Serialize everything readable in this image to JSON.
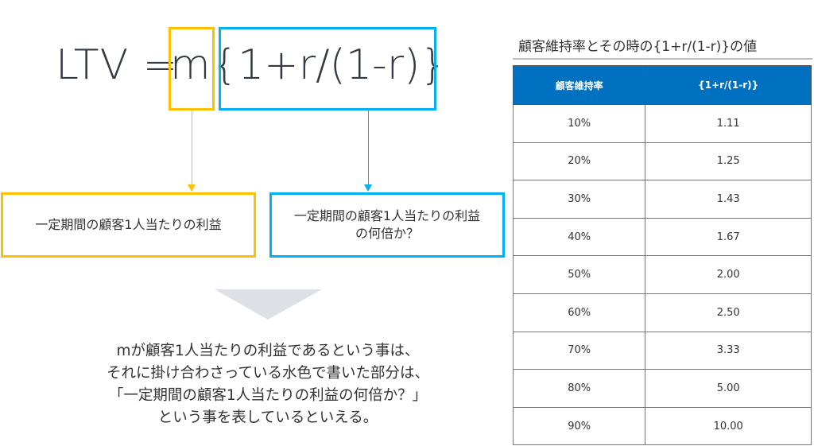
{
  "formula": {
    "prefix": "LTV = ",
    "m": "m",
    "multiplier": "{1+r/(1-r)}"
  },
  "annotations": {
    "m_label": "一定期間の顧客1人当たりの利益",
    "multiplier_label_line1": "一定期間の顧客1人当たりの利益",
    "multiplier_label_line2": "の何倍か？"
  },
  "summary": {
    "lines": [
      "mが顧客1人当たりの利益であるという事は、",
      "それに掛け合わさっている水色で書いた部分は、",
      "「一定期間の顧客1人当たりの利益の何倍か？」",
      "という事を表しているといえる。"
    ]
  },
  "table": {
    "title": "顧客維持率とその時の{1+r/(1-r)}の値",
    "headers": [
      "顧客維持率",
      "{1+r/(1-r)}"
    ],
    "rows": [
      [
        "10%",
        "1.11"
      ],
      [
        "20%",
        "1.25"
      ],
      [
        "30%",
        "1.43"
      ],
      [
        "40%",
        "1.67"
      ],
      [
        "50%",
        "2.00"
      ],
      [
        "60%",
        "2.50"
      ],
      [
        "70%",
        "3.33"
      ],
      [
        "80%",
        "5.00"
      ],
      [
        "90%",
        "10.00"
      ]
    ]
  },
  "colors": {
    "orange": "#ffc000",
    "light_blue": "#00b0f0",
    "header_blue": "#0070c0"
  }
}
